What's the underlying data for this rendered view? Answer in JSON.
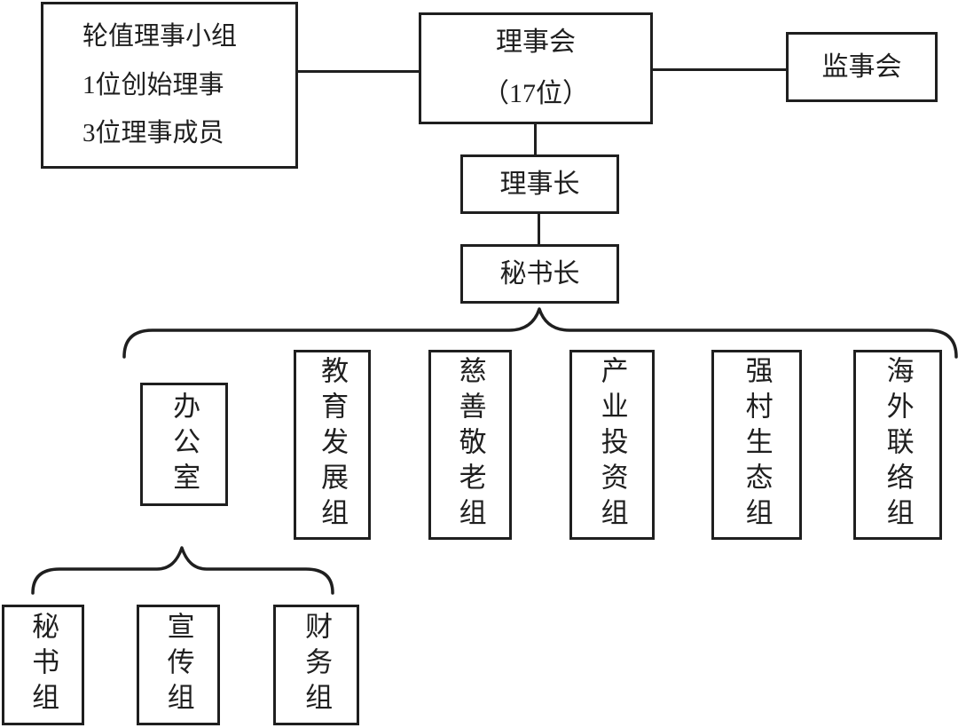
{
  "diagram": {
    "line_color": "#1f1f1f",
    "background_color": "#ffffff",
    "nodes": {
      "rotating_group": {
        "lines": [
          "轮值理事小组",
          "1位创始理事",
          "3位理事成员"
        ]
      },
      "board": {
        "title": "理事会",
        "subtitle": "（17位）"
      },
      "supervisory": {
        "label": "监事会"
      },
      "chairman": {
        "label": "理事长"
      },
      "secretary_general": {
        "label": "秘书长"
      },
      "office": {
        "label": "办公室"
      },
      "departments": [
        {
          "label": "教育发展组"
        },
        {
          "label": "慈善敬老组"
        },
        {
          "label": "产业投资组"
        },
        {
          "label": "强村生态组"
        },
        {
          "label": "海外联络组"
        }
      ],
      "office_subgroups": [
        {
          "label": "秘书组"
        },
        {
          "label": "宣传组"
        },
        {
          "label": "财务组"
        }
      ]
    }
  }
}
